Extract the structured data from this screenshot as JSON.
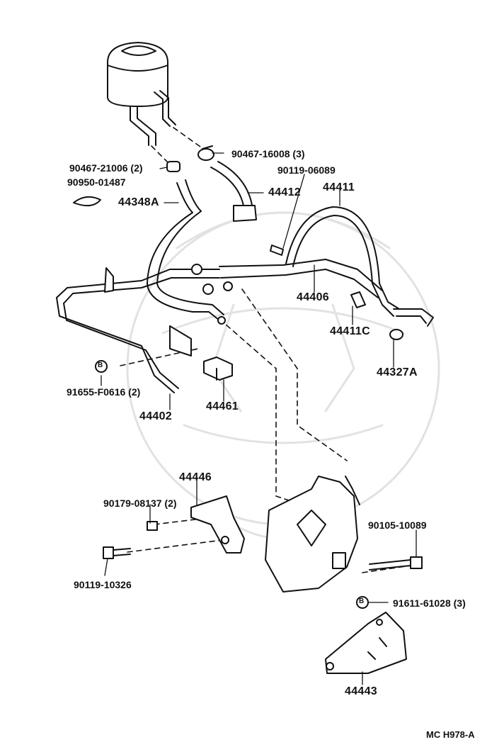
{
  "diagram_code": "MC H978-A",
  "parts": {
    "p90467_21006": "90467-21006 (2)",
    "p90950_01487": "90950-01487",
    "p44348A": "44348A",
    "p90467_16008": "90467-16008 (3)",
    "p90119_06089": "90119-06089",
    "p44412": "44412",
    "p44411": "44411",
    "p44406": "44406",
    "p44411C": "44411C",
    "p44327A": "44327A",
    "p91655_F0616": "91655-F0616 (2)",
    "p44402": "44402",
    "p44461": "44461",
    "p44446": "44446",
    "p90179_08137": "90179-08137 (2)",
    "p90119_10326": "90119-10326",
    "p90105_10089": "90105-10089",
    "p91611_61028": "91611-61028 (3)",
    "p44443": "44443"
  },
  "markers": {
    "b_symbol": "B"
  }
}
